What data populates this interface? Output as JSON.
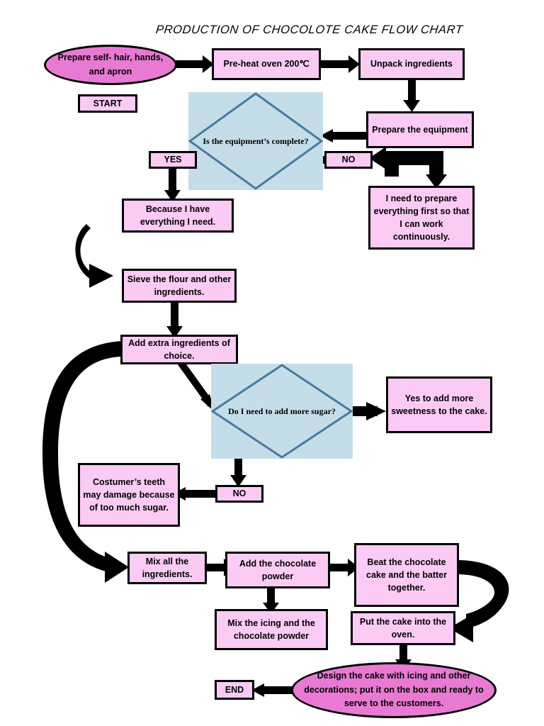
{
  "title": "PRODUCTION OF CHOCOLOTE CAKE FLOW CHART",
  "colors": {
    "terminator_fill": "#e87ad4",
    "process_fill": "#fccbf5",
    "decision_fill": "#c5dde9",
    "decision_border": "#4a7aa0",
    "outline": "#000000",
    "arrow": "#000000",
    "background": "#ffffff"
  },
  "nodes": {
    "start_terminator": "Prepare self- hair, hands, and apron",
    "start_label": "START",
    "preheat": "Pre-heat oven 200℃",
    "unpack": "Unpack ingredients",
    "prepare_equipment": "Prepare the equipment",
    "decision_equipment": "Is the equipment’s complete?",
    "yes_label_1": "YES",
    "no_label_1": "NO",
    "need_prepare": "I need to prepare everything first so that I can work continuously.",
    "because_have": "Because I have everything I need.",
    "sieve": "Sieve the flour and other ingredients.",
    "add_extra": "Add extra ingredients of choice.",
    "decision_sugar": "Do I need to add more sugar?",
    "yes_sweetness": "Yes to add more sweetness to the cake.",
    "no_label_2": "NO",
    "costumer_teeth": "Costumer’s teeth may damage because of too much sugar.",
    "mix_all": "Mix all the ingredients.",
    "add_choco_powder": "Add the chocolate powder",
    "beat_choco": "Beat the chocolate cake and the batter together.",
    "mix_icing": "Mix the icing and the chocolate powder",
    "put_oven": "Put the cake into the oven.",
    "design_cake": "Design the cake with icing and other decorations; put it on the box and ready to serve to the customers.",
    "end_label": "END"
  },
  "chart_data": {
    "type": "diagram",
    "diagram_kind": "flowchart",
    "title": "PRODUCTION OF CHOCOLOTE CAKE FLOW CHART",
    "shapes": [
      {
        "id": "start",
        "type": "terminator",
        "text": "Prepare self- hair, hands, and apron"
      },
      {
        "id": "start_tag",
        "type": "process",
        "text": "START"
      },
      {
        "id": "preheat",
        "type": "process",
        "text": "Pre-heat oven 200℃"
      },
      {
        "id": "unpack",
        "type": "process",
        "text": "Unpack ingredients"
      },
      {
        "id": "prepare_equipment",
        "type": "process",
        "text": "Prepare the equipment"
      },
      {
        "id": "d1",
        "type": "decision",
        "text": "Is the equipment’s complete?"
      },
      {
        "id": "yes1",
        "type": "process",
        "text": "YES"
      },
      {
        "id": "no1",
        "type": "process",
        "text": "NO"
      },
      {
        "id": "need_prepare",
        "type": "process",
        "text": "I need to prepare everything first so that I can work continuously."
      },
      {
        "id": "because_have",
        "type": "process",
        "text": "Because I have everything I need."
      },
      {
        "id": "sieve",
        "type": "process",
        "text": "Sieve the flour and other ingredients."
      },
      {
        "id": "add_extra",
        "type": "process",
        "text": "Add extra ingredients of choice."
      },
      {
        "id": "d2",
        "type": "decision",
        "text": "Do I need to add more sugar?"
      },
      {
        "id": "yes_sweet",
        "type": "process",
        "text": "Yes to add more sweetness to the cake."
      },
      {
        "id": "no2",
        "type": "process",
        "text": "NO"
      },
      {
        "id": "teeth",
        "type": "process",
        "text": "Costumer’s teeth may damage because of too much sugar."
      },
      {
        "id": "mix_all",
        "type": "process",
        "text": "Mix all the ingredients."
      },
      {
        "id": "add_powder",
        "type": "process",
        "text": "Add the chocolate powder"
      },
      {
        "id": "beat",
        "type": "process",
        "text": "Beat the chocolate cake and the batter together."
      },
      {
        "id": "mix_icing",
        "type": "process",
        "text": "Mix the icing and the chocolate powder"
      },
      {
        "id": "put_oven",
        "type": "process",
        "text": "Put the cake into the oven."
      },
      {
        "id": "design",
        "type": "terminator",
        "text": "Design the cake with icing and other decorations; put it on the box and ready to serve to the customers."
      },
      {
        "id": "end_tag",
        "type": "process",
        "text": "END"
      }
    ],
    "edges": [
      {
        "from": "start",
        "to": "preheat",
        "label": ""
      },
      {
        "from": "preheat",
        "to": "unpack",
        "label": ""
      },
      {
        "from": "unpack",
        "to": "prepare_equipment",
        "label": ""
      },
      {
        "from": "prepare_equipment",
        "to": "d1",
        "label": ""
      },
      {
        "from": "d1",
        "to": "yes1",
        "label": "YES"
      },
      {
        "from": "d1",
        "to": "no1",
        "label": "NO"
      },
      {
        "from": "no1",
        "to": "need_prepare",
        "label": ""
      },
      {
        "from": "need_prepare",
        "to": "no1",
        "label": ""
      },
      {
        "from": "yes1",
        "to": "because_have",
        "label": ""
      },
      {
        "from": "because_have",
        "to": "sieve",
        "label": ""
      },
      {
        "from": "sieve",
        "to": "add_extra",
        "label": ""
      },
      {
        "from": "add_extra",
        "to": "d2",
        "label": ""
      },
      {
        "from": "d2",
        "to": "yes_sweet",
        "label": "yes"
      },
      {
        "from": "d2",
        "to": "no2",
        "label": "no"
      },
      {
        "from": "no2",
        "to": "teeth",
        "label": ""
      },
      {
        "from": "add_extra",
        "to": "mix_all",
        "label": ""
      },
      {
        "from": "mix_all",
        "to": "add_powder",
        "label": ""
      },
      {
        "from": "add_powder",
        "to": "beat",
        "label": ""
      },
      {
        "from": "add_powder",
        "to": "mix_icing",
        "label": ""
      },
      {
        "from": "beat",
        "to": "put_oven",
        "label": ""
      },
      {
        "from": "put_oven",
        "to": "design",
        "label": ""
      },
      {
        "from": "design",
        "to": "end_tag",
        "label": ""
      }
    ]
  }
}
